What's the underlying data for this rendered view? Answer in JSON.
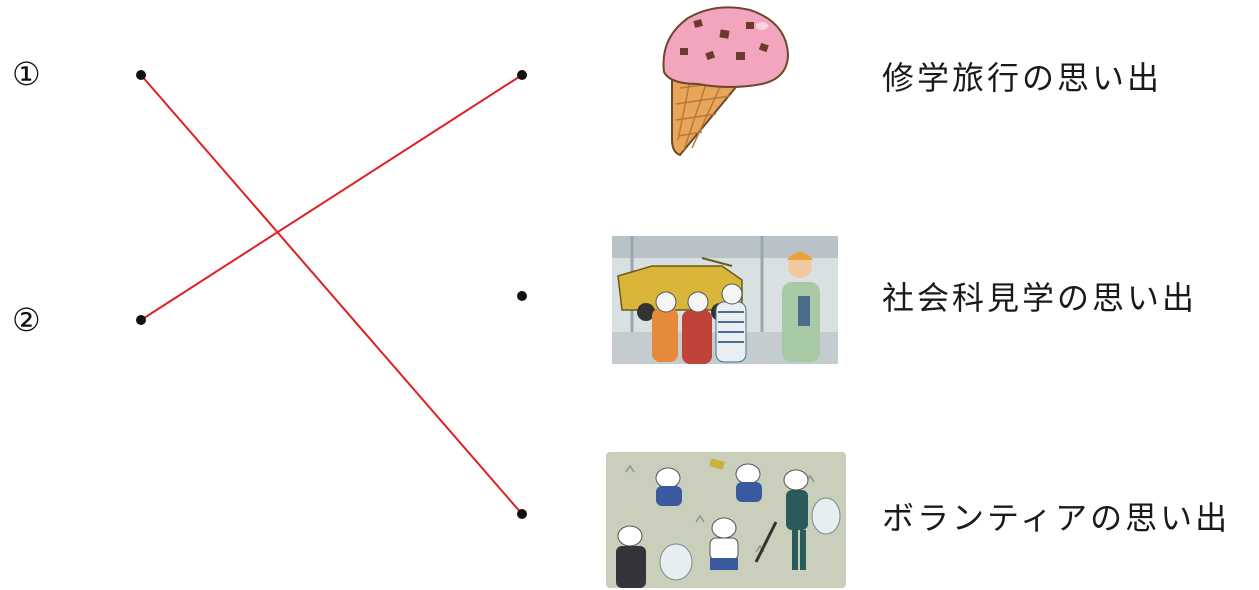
{
  "left_labels": [
    "①",
    "②"
  ],
  "right_captions": [
    "修学旅行の思い出",
    "社会科見学の思い出",
    "ボランティアの思い出"
  ],
  "pictures": [
    "ice-cream-cone",
    "factory-tour-students",
    "volunteer-cleanup-students"
  ],
  "connections": [
    {
      "from": "①",
      "to": "ボランティアの思い出"
    },
    {
      "from": "②",
      "to": "修学旅行の思い出"
    }
  ],
  "colors": {
    "line": "#e02020",
    "dot": "#111111"
  }
}
